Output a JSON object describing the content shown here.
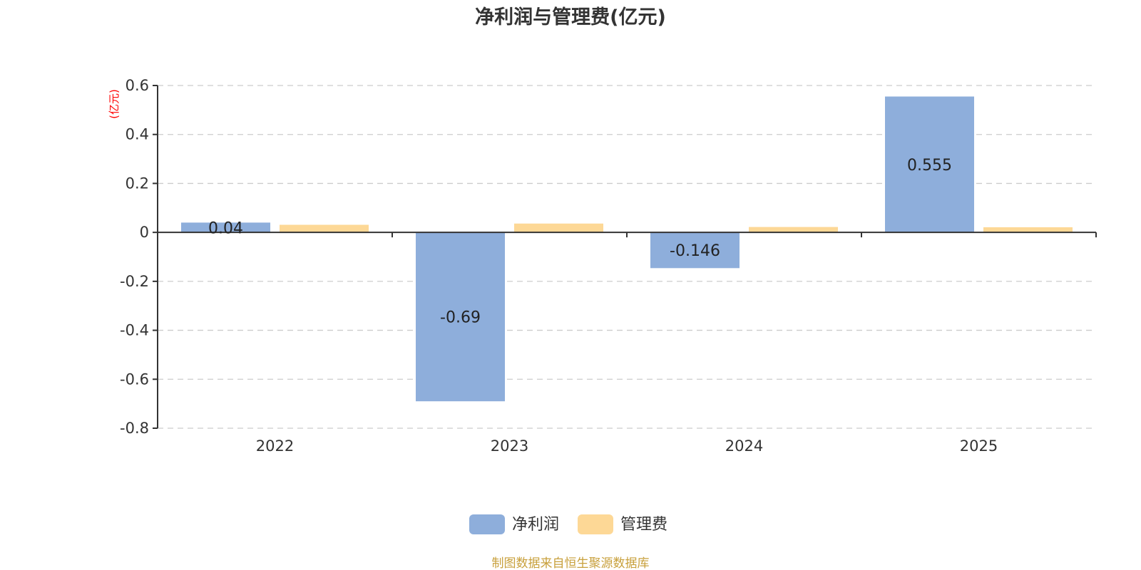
{
  "chart_data": {
    "type": "bar",
    "title": "净利润与管理费(亿元)",
    "ylabel": "(亿元)",
    "xlabel": "",
    "categories": [
      "2022",
      "2023",
      "2024",
      "2025"
    ],
    "series": [
      {
        "name": "净利润",
        "color": "#8eaedb",
        "values": [
          0.04,
          -0.69,
          -0.146,
          0.555
        ],
        "labels": [
          "0.04",
          "-0.69",
          "-0.146",
          "0.555"
        ]
      },
      {
        "name": "管理费",
        "color": "#fdd896",
        "values": [
          0.031,
          0.036,
          0.022,
          0.021
        ],
        "labels": null
      }
    ],
    "ylim": [
      -0.8,
      0.6
    ],
    "yticks": [
      0.6,
      0.4,
      0.2,
      0,
      -0.2,
      -0.4,
      -0.6,
      -0.8
    ],
    "ytick_labels": [
      "0.6",
      "0.4",
      "0.2",
      "0",
      "-0.2",
      "-0.4",
      "-0.6",
      "-0.8"
    ],
    "grid": true,
    "legend_position": "bottom-center",
    "source_note": "制图数据来自恒生聚源数据库"
  }
}
